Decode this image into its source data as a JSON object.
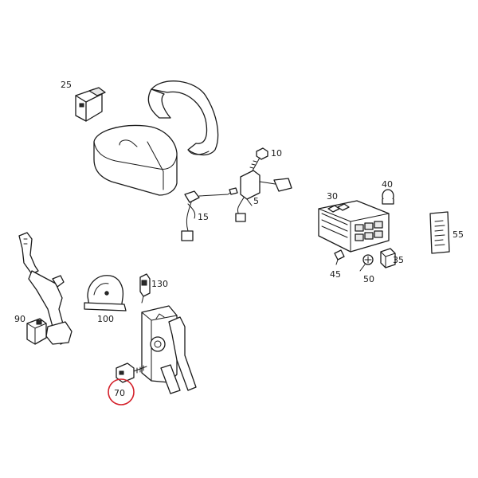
{
  "diagram": {
    "highlight_color": "#d4202a",
    "line_color": "#1a1a1a",
    "background": "#ffffff",
    "highlighted_part": "70",
    "labels": {
      "p25": "25",
      "p10": "10",
      "p5": "5",
      "p15": "15",
      "p30": "30",
      "p40": "40",
      "p55": "55",
      "p45": "45",
      "p50": "50",
      "p35": "35",
      "p130": "130",
      "p100": "100",
      "p90": "90",
      "p70": "70"
    }
  }
}
